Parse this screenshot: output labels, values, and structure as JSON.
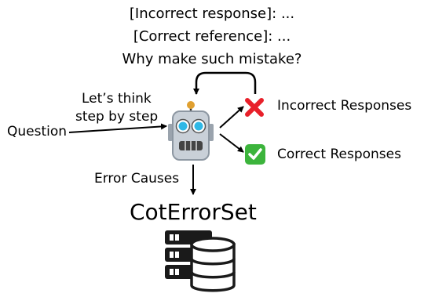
{
  "prompt": {
    "line1": "[Incorrect response]: ...",
    "line2": "[Correct reference]: ...",
    "line3": "Why make such mistake?"
  },
  "input_label": "Question",
  "instruction": {
    "line1": "Let’s think",
    "line2": "step by step"
  },
  "outputs": {
    "incorrect": "Incorrect Responses",
    "correct": "Correct Responses"
  },
  "error_causes_label": "Error Causes",
  "dataset_title": "CotErrorSet",
  "icons": {
    "model": "robot-icon",
    "incorrect": "red-cross-mark-icon",
    "correct": "green-check-mark-icon",
    "dataset": "server-database-icon"
  },
  "colors": {
    "incorrect": "#e8202a",
    "correct": "#3cb43c",
    "robot_body": "#c9d0d8",
    "robot_eye": "#2fb8e6"
  }
}
